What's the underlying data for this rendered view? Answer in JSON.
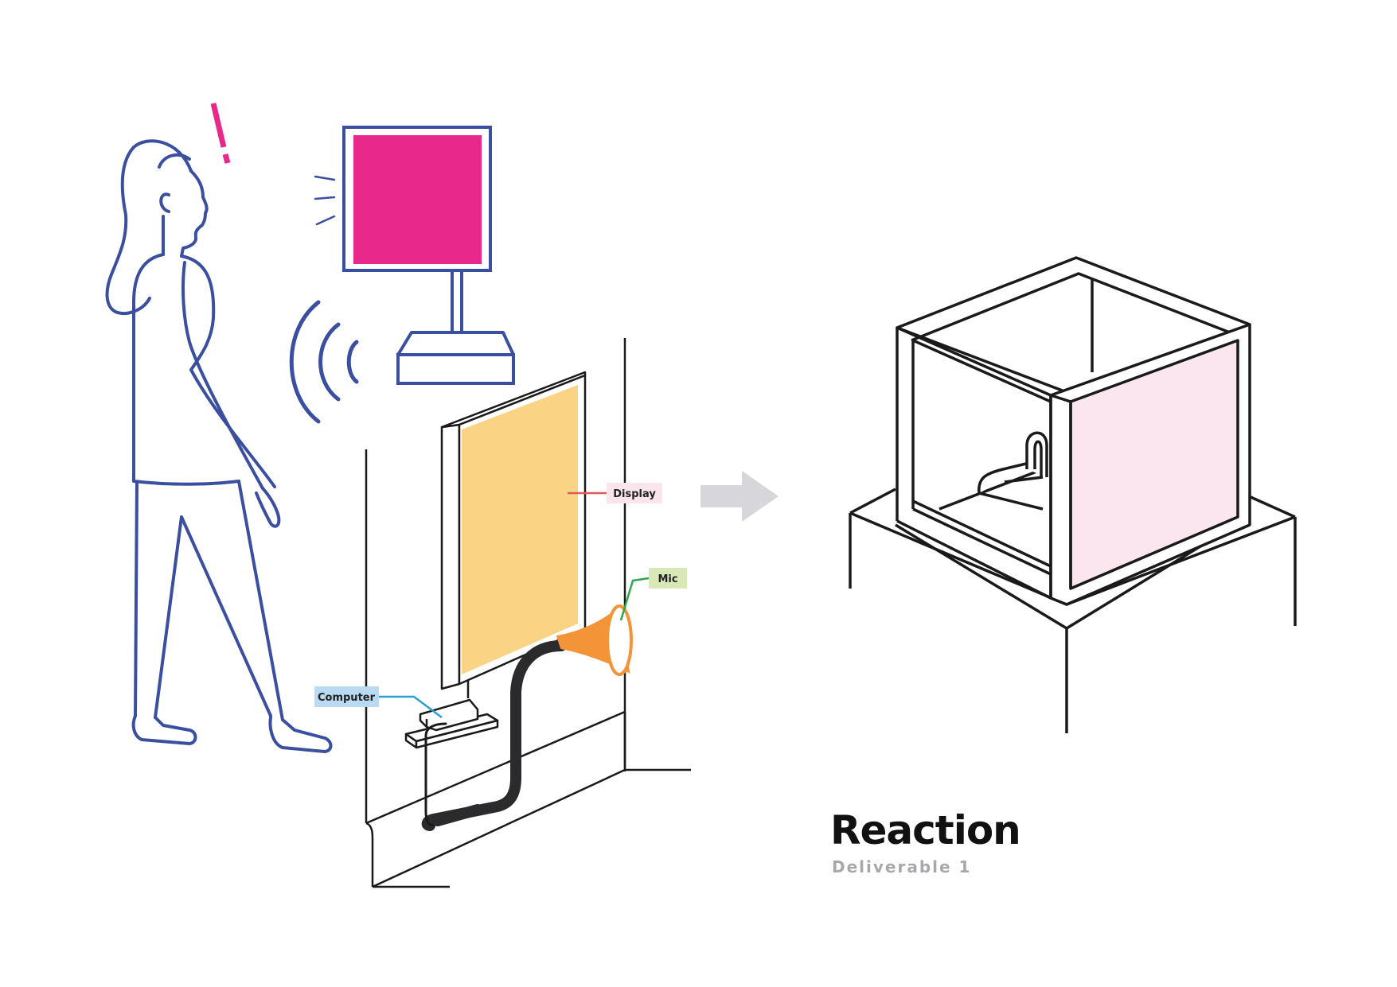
{
  "title": "Reaction",
  "subtitle": "Deliverable 1",
  "labels": {
    "display": "Display",
    "mic": "Mic",
    "computer": "Computer"
  },
  "alert_mark": "!",
  "colors": {
    "figure_blue": "#3a4fa0",
    "alert_pink": "#e8288a",
    "display_fill": "#fbd384",
    "mic_orange": "#f39438",
    "cable": "#2b2b2e",
    "arrow_gray": "#d6d6db",
    "kiosk_panel": "#fbe6ef",
    "display_tag": "#fbe5ec",
    "display_line": "#e05a5a",
    "mic_tag": "#d9e8b7",
    "mic_line": "#2aa84a",
    "computer_tag": "#bad9f2",
    "computer_line": "#2a9fd6"
  }
}
